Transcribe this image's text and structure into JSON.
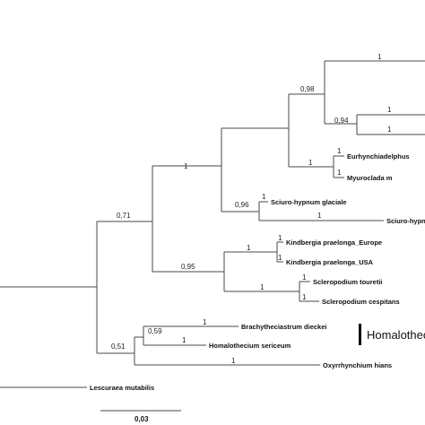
{
  "taxa": {
    "t_eury": "Eurhynchiadelphus",
    "t_myuro": "Myuroclada m",
    "t_sciuro_gl": "Sciuro-hypnum glaciale",
    "t_sciuro_2": "Sciuro-hypn",
    "t_kind_eu": "Kindbergia praelonga_Europe",
    "t_kind_usa": "Kindbergia praelonga_USA",
    "t_scler_t": "Scleropodium touretii",
    "t_scler_c": "Scleropodium cespitans",
    "t_brachy": "Brachytheciastrum dieckei",
    "t_homal": "Homalothecium sericeum",
    "t_oxy": "Oxyrrhynchium hians",
    "t_lesc": "Lescuraea mutabilis"
  },
  "supports": {
    "s_0_71": "0,71",
    "s_0_51": "0,51",
    "s_1_a": "1",
    "s_0_95": "0,95",
    "s_0_98": "0,98",
    "s_0_96": "0,96",
    "s_1_top": "1",
    "s_0_94": "0,94",
    "s_1_c": "1",
    "s_1_d": "1",
    "s_1_e": "1",
    "s_1_f": "1",
    "s_1_g": "1",
    "s_1_h": "1",
    "s_1_i": "1",
    "s_1_j": "1",
    "s_1_k": "1",
    "s_1_l": "1",
    "s_1_m": "1",
    "s_1_n": "1",
    "s_1_o": "1",
    "s_0_59": "0,59",
    "s_1_p": "1",
    "s_1_q": "1",
    "s_1_r": "1"
  },
  "clade_label": "Homalothec",
  "scale_bar_label": "0,03"
}
